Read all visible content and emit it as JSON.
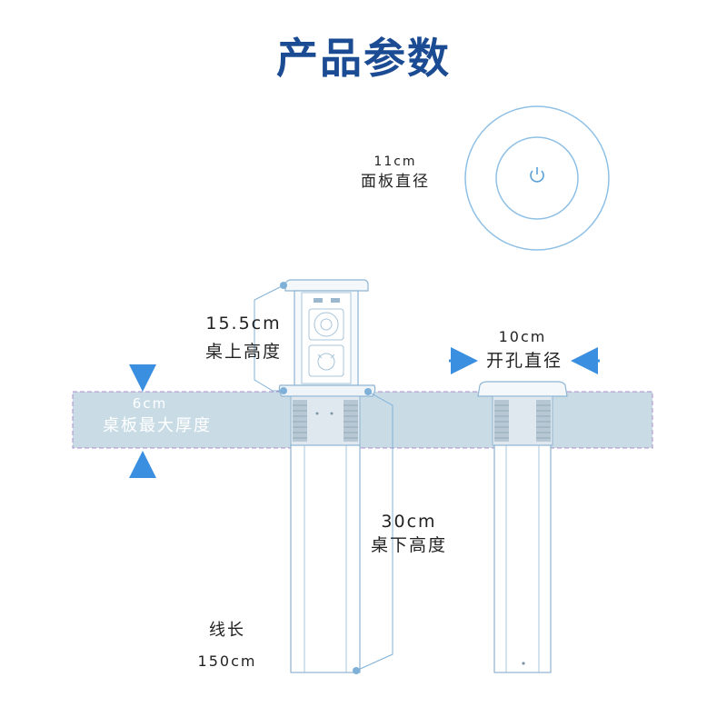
{
  "title": "产品参数",
  "panel": {
    "size": "11cm",
    "name": "面板直径"
  },
  "above_desk": {
    "size": "15.5cm",
    "name": "桌上高度"
  },
  "hole": {
    "size": "10cm",
    "name": "开孔直径"
  },
  "desk_thickness": {
    "size": "6cm",
    "name": "桌板最大厚度"
  },
  "below_desk": {
    "size": "30cm",
    "name": "桌下高度"
  },
  "cable": {
    "name": "线长",
    "size": "150cm"
  },
  "colors": {
    "title": "#1b4b93",
    "arrow": "#3b8fe0",
    "desk": "#c9dce6",
    "desk_border": "#a98cc9",
    "line": "#7fb0d8"
  }
}
